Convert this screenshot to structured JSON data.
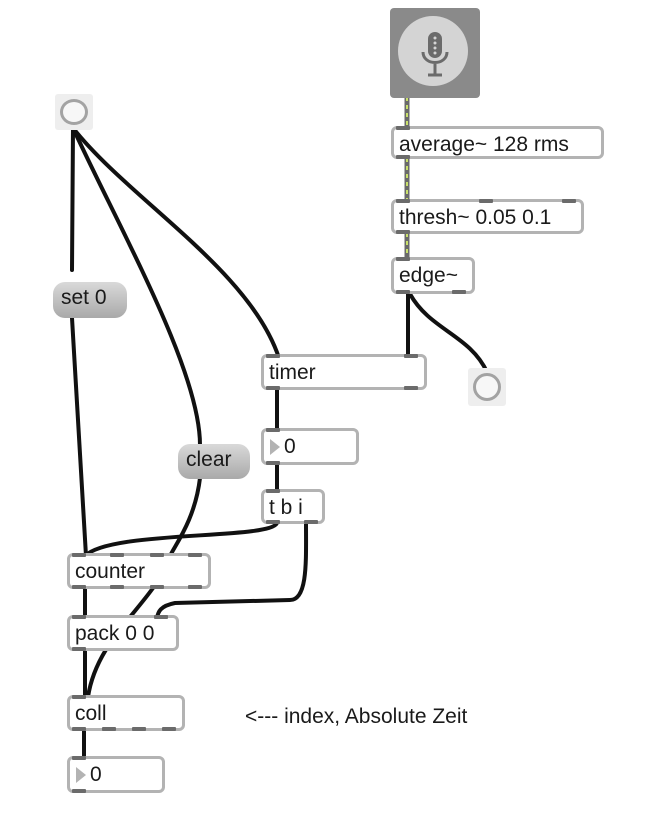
{
  "patch": {
    "objects": {
      "average": "average~ 128 rms",
      "thresh": "thresh~ 0.05 0.1",
      "edge": "edge~",
      "timer": "timer",
      "trigger": "t b i",
      "counter": "counter",
      "pack": "pack 0 0",
      "coll": "coll"
    },
    "messages": {
      "set": "set 0",
      "clear": "clear"
    },
    "numbers": {
      "timer_out": "0",
      "coll_out": "0"
    },
    "comment": "<--- index, Absolute Zeit",
    "icons": {
      "adc": "microphone-icon",
      "bang": "bang-circle"
    }
  }
}
